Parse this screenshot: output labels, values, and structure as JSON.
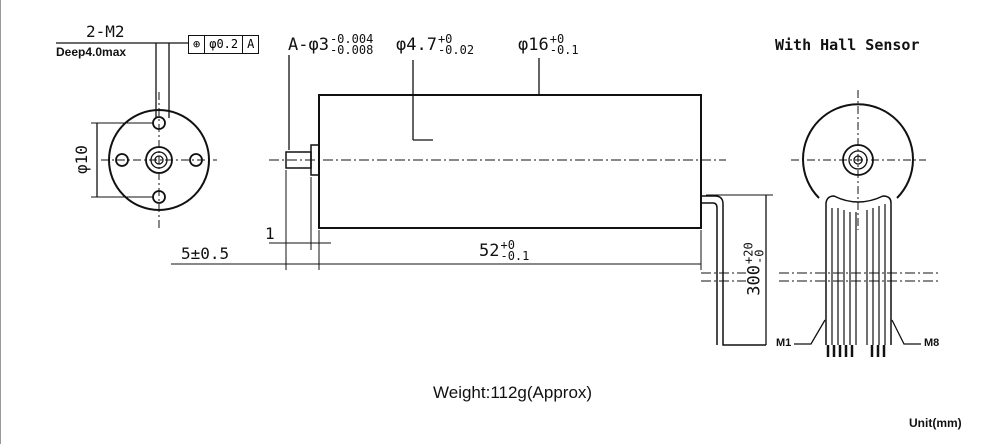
{
  "left_view": {
    "thread_label": "2-M2",
    "depth_label": "Deep4.0max",
    "diameter_label": "φ10"
  },
  "tolerance_frame": {
    "symbol": "⊕",
    "value": "φ0.2",
    "datum": "A"
  },
  "side_view": {
    "shaft": {
      "label": "A-φ3",
      "upper": "-0.004",
      "lower": "-0.008"
    },
    "step": {
      "label": "φ4.7",
      "upper": "+0",
      "lower": "-0.02"
    },
    "body": {
      "label": "φ16",
      "upper": "+0",
      "lower": "-0.1"
    },
    "flange_len": "1",
    "shaft_len": "5±0.5",
    "body_len": {
      "label": "52",
      "upper": "+0",
      "lower": "-0.1"
    },
    "lead_len": {
      "label": "300",
      "upper": "+20",
      "lower": "-0"
    }
  },
  "right_view": {
    "title": "With Hall Sensor",
    "wire_first": "M1",
    "wire_last": "M8"
  },
  "weight": "Weight:112g(Approx)",
  "unit": "Unit(mm)"
}
